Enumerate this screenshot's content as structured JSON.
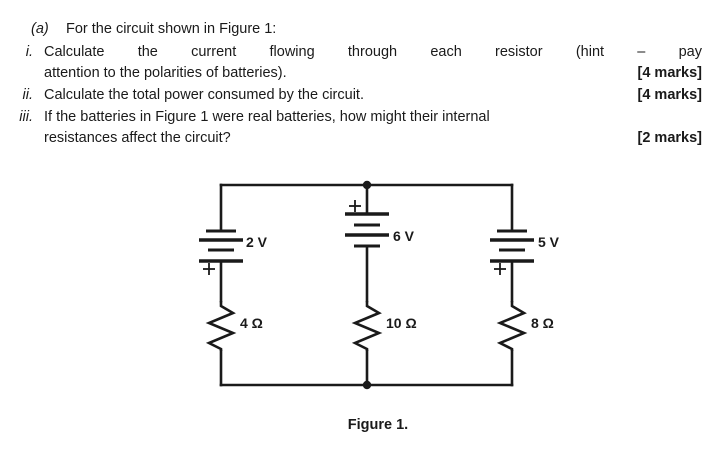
{
  "question": {
    "part_label": "(a)",
    "stem": "For the circuit shown in Figure 1:",
    "items": [
      {
        "numeral": "i.",
        "line1": "Calculate  the  current  flowing  through  each  resistor  (hint  –  pay",
        "line2": "attention to the polarities of batteries).",
        "marks": "[4 marks]"
      },
      {
        "numeral": "ii.",
        "line1": "Calculate the total power consumed by the circuit.",
        "line2": "",
        "marks": "[4 marks]"
      },
      {
        "numeral": "iii.",
        "line1": "If the batteries in Figure 1 were real batteries, how might their internal",
        "line2": "resistances affect the circuit?",
        "marks": "[2 marks]"
      }
    ]
  },
  "figure": {
    "caption": "Figure 1.",
    "branches": [
      {
        "id": "left",
        "battery_label": "2 V",
        "polarity_sign": "+",
        "polarity_position": "bottom",
        "resistor_label": "4 Ω"
      },
      {
        "id": "middle",
        "battery_label": "6 V",
        "polarity_sign": "+",
        "polarity_position": "top",
        "resistor_label": "10 Ω"
      },
      {
        "id": "right",
        "battery_label": "5 V",
        "polarity_sign": "+",
        "polarity_position": "bottom",
        "resistor_label": "8 Ω"
      }
    ],
    "colors": {
      "wire": "#1a1a1a",
      "text": "#1a1a1a",
      "background": "#ffffff"
    }
  }
}
